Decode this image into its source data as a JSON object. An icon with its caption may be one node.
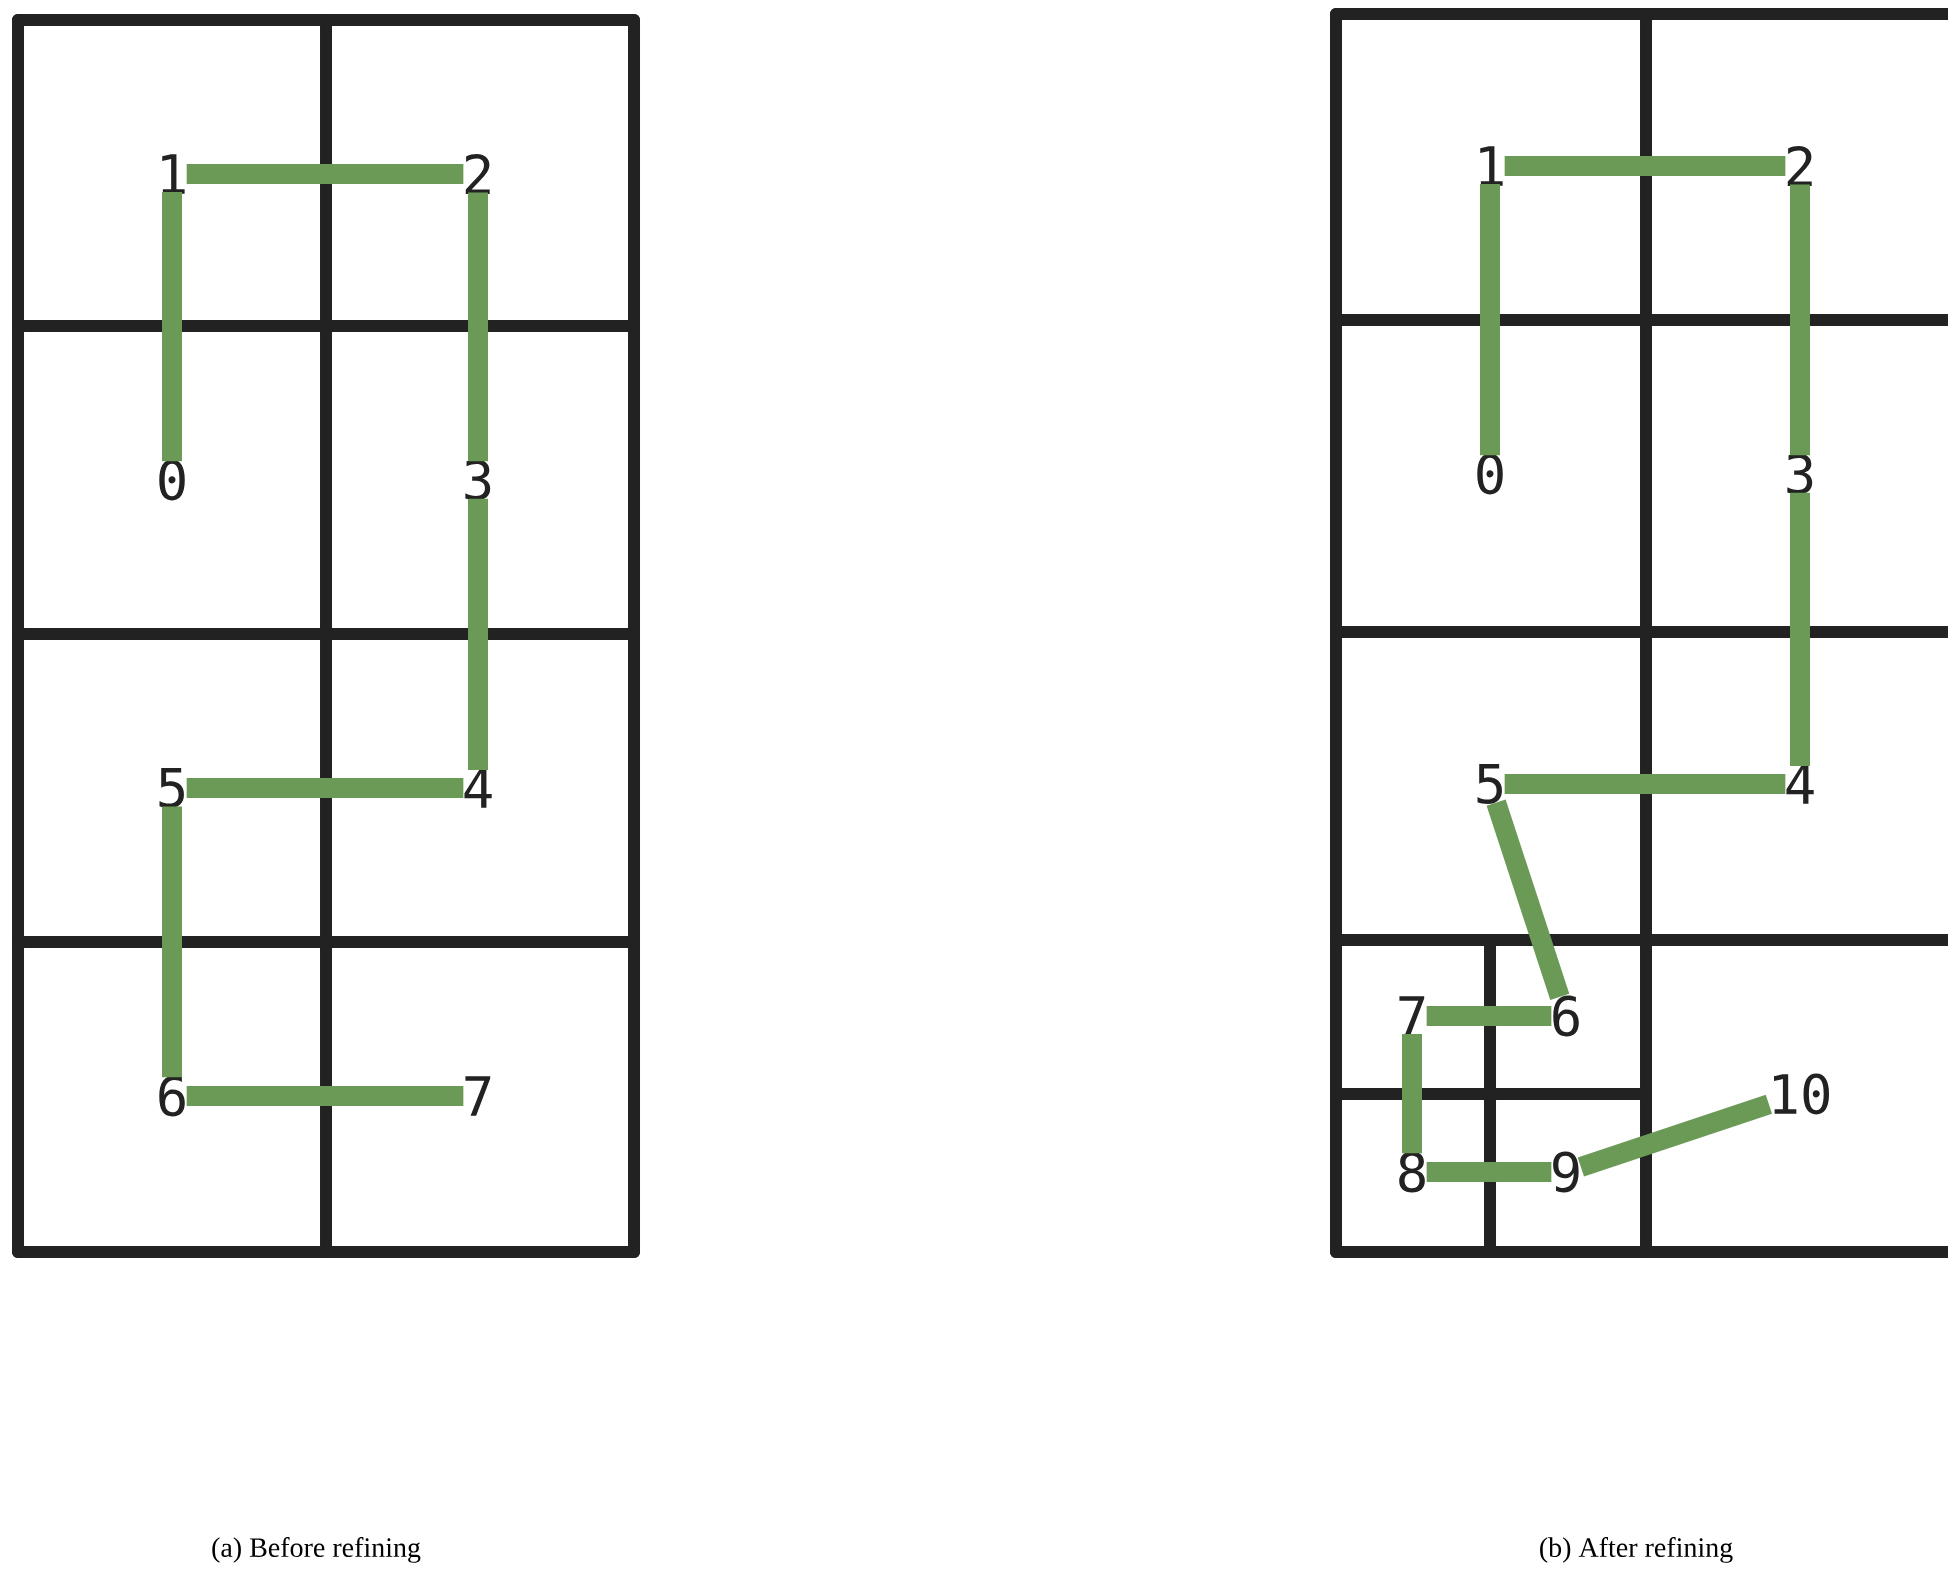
{
  "diagram": {
    "nodes": [
      {
        "text": [
          "0"
        ]
      },
      {
        "text": [
          "1"
        ]
      },
      {
        "text": [
          "2"
        ]
      },
      {
        "text": [
          "3"
        ]
      },
      {
        "text": [
          "4"
        ]
      },
      {
        "text": [
          "5"
        ]
      },
      {
        "text": [
          "6"
        ]
      },
      {
        "text": [
          "7"
        ]
      },
      {
        "text": [
          "0"
        ]
      },
      {
        "text": [
          "1"
        ]
      },
      {
        "text": [
          "2"
        ]
      },
      {
        "text": [
          "3"
        ]
      },
      {
        "text": [
          "4"
        ]
      },
      {
        "text": [
          "5"
        ]
      },
      {
        "text": [
          "6"
        ]
      },
      {
        "text": [
          "7"
        ]
      },
      {
        "text": [
          "8"
        ]
      },
      {
        "text": [
          "9"
        ]
      },
      {
        "text": [
          "10"
        ]
      }
    ],
    "edges": [
      {
        "from": 0,
        "to": 1,
        "arrow": "none"
      },
      {
        "from": 1,
        "to": 2,
        "arrow": "none"
      },
      {
        "from": 2,
        "to": 3,
        "arrow": "none"
      },
      {
        "from": 3,
        "to": 4,
        "arrow": "none"
      },
      {
        "from": 4,
        "to": 5,
        "arrow": "none"
      },
      {
        "from": 5,
        "to": 6,
        "arrow": "none"
      },
      {
        "from": 6,
        "to": 7,
        "arrow": "none"
      },
      {
        "from": 8,
        "to": 9,
        "arrow": "none"
      },
      {
        "from": 9,
        "to": 10,
        "arrow": "none"
      },
      {
        "from": 10,
        "to": 11,
        "arrow": "none"
      },
      {
        "from": 11,
        "to": 12,
        "arrow": "none"
      },
      {
        "from": 12,
        "to": 13,
        "arrow": "none"
      },
      {
        "from": 13,
        "to": 14,
        "arrow": "none"
      },
      {
        "from": 14,
        "to": 15,
        "arrow": "none"
      },
      {
        "from": 15,
        "to": 16,
        "arrow": "none"
      },
      {
        "from": 16,
        "to": 17,
        "arrow": "none"
      },
      {
        "from": 17,
        "to": 18,
        "arrow": "none"
      }
    ],
    "labels": [
      "(a) Before refining",
      "(b) After refining"
    ]
  }
}
